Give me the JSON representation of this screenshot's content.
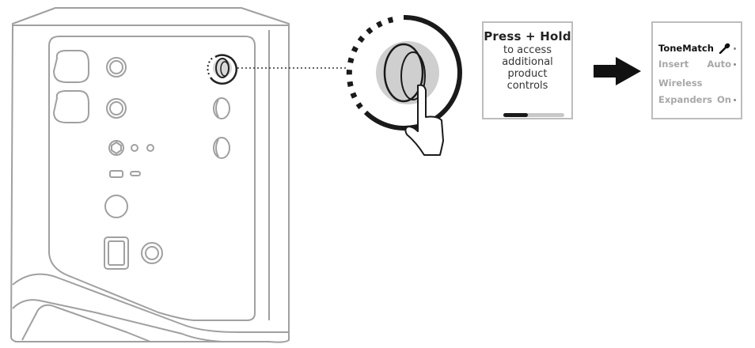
{
  "diagram": {
    "description": "Speaker rear panel; press and hold the channel knob to access additional product controls",
    "speaker": {
      "highlighted_control": "channel-1-knob",
      "inputs": [
        "xlr-combo-1",
        "xlr-combo-2",
        "trs-jack",
        "usb-c",
        "usb-micro",
        "xlr-output",
        "power-inlet",
        "power-button"
      ]
    },
    "screen_prompt": {
      "title": "Press + Hold",
      "lines": [
        "to access",
        "additional",
        "product",
        "controls"
      ],
      "progress_percent": 40
    },
    "arrow": {
      "icon": "arrow-right-icon"
    },
    "screen_menu": {
      "items": [
        {
          "label": "ToneMatch",
          "value": "",
          "icon": "microphone-icon",
          "active": true
        },
        {
          "label": "Insert",
          "value": "Auto",
          "active": false
        },
        {
          "label": "Wireless",
          "value": "",
          "active": false
        },
        {
          "label": "Expanders",
          "value": "On",
          "active": false
        }
      ]
    },
    "colors": {
      "line": "#9a9a9a",
      "ink": "#1a1a1a",
      "knob_highlight": "#d0d0d0",
      "inactive_text": "#a8a8a8"
    }
  }
}
